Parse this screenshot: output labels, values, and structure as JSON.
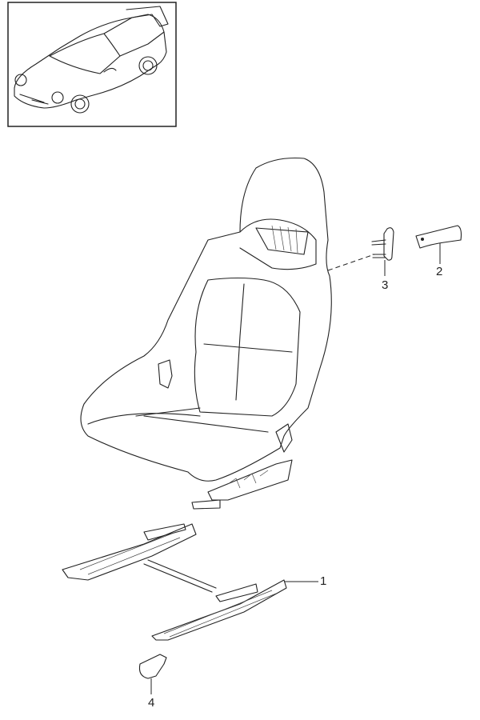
{
  "diagram": {
    "thumbnail": "vehicle-overview",
    "callouts": [
      {
        "label": "1",
        "part": "seat-rail"
      },
      {
        "label": "2",
        "part": "cover-cap"
      },
      {
        "label": "3",
        "part": "clip-insert"
      },
      {
        "label": "4",
        "part": "rail-trim-cover"
      }
    ],
    "colors": {
      "line": "#222222",
      "background": "#ffffff"
    }
  }
}
